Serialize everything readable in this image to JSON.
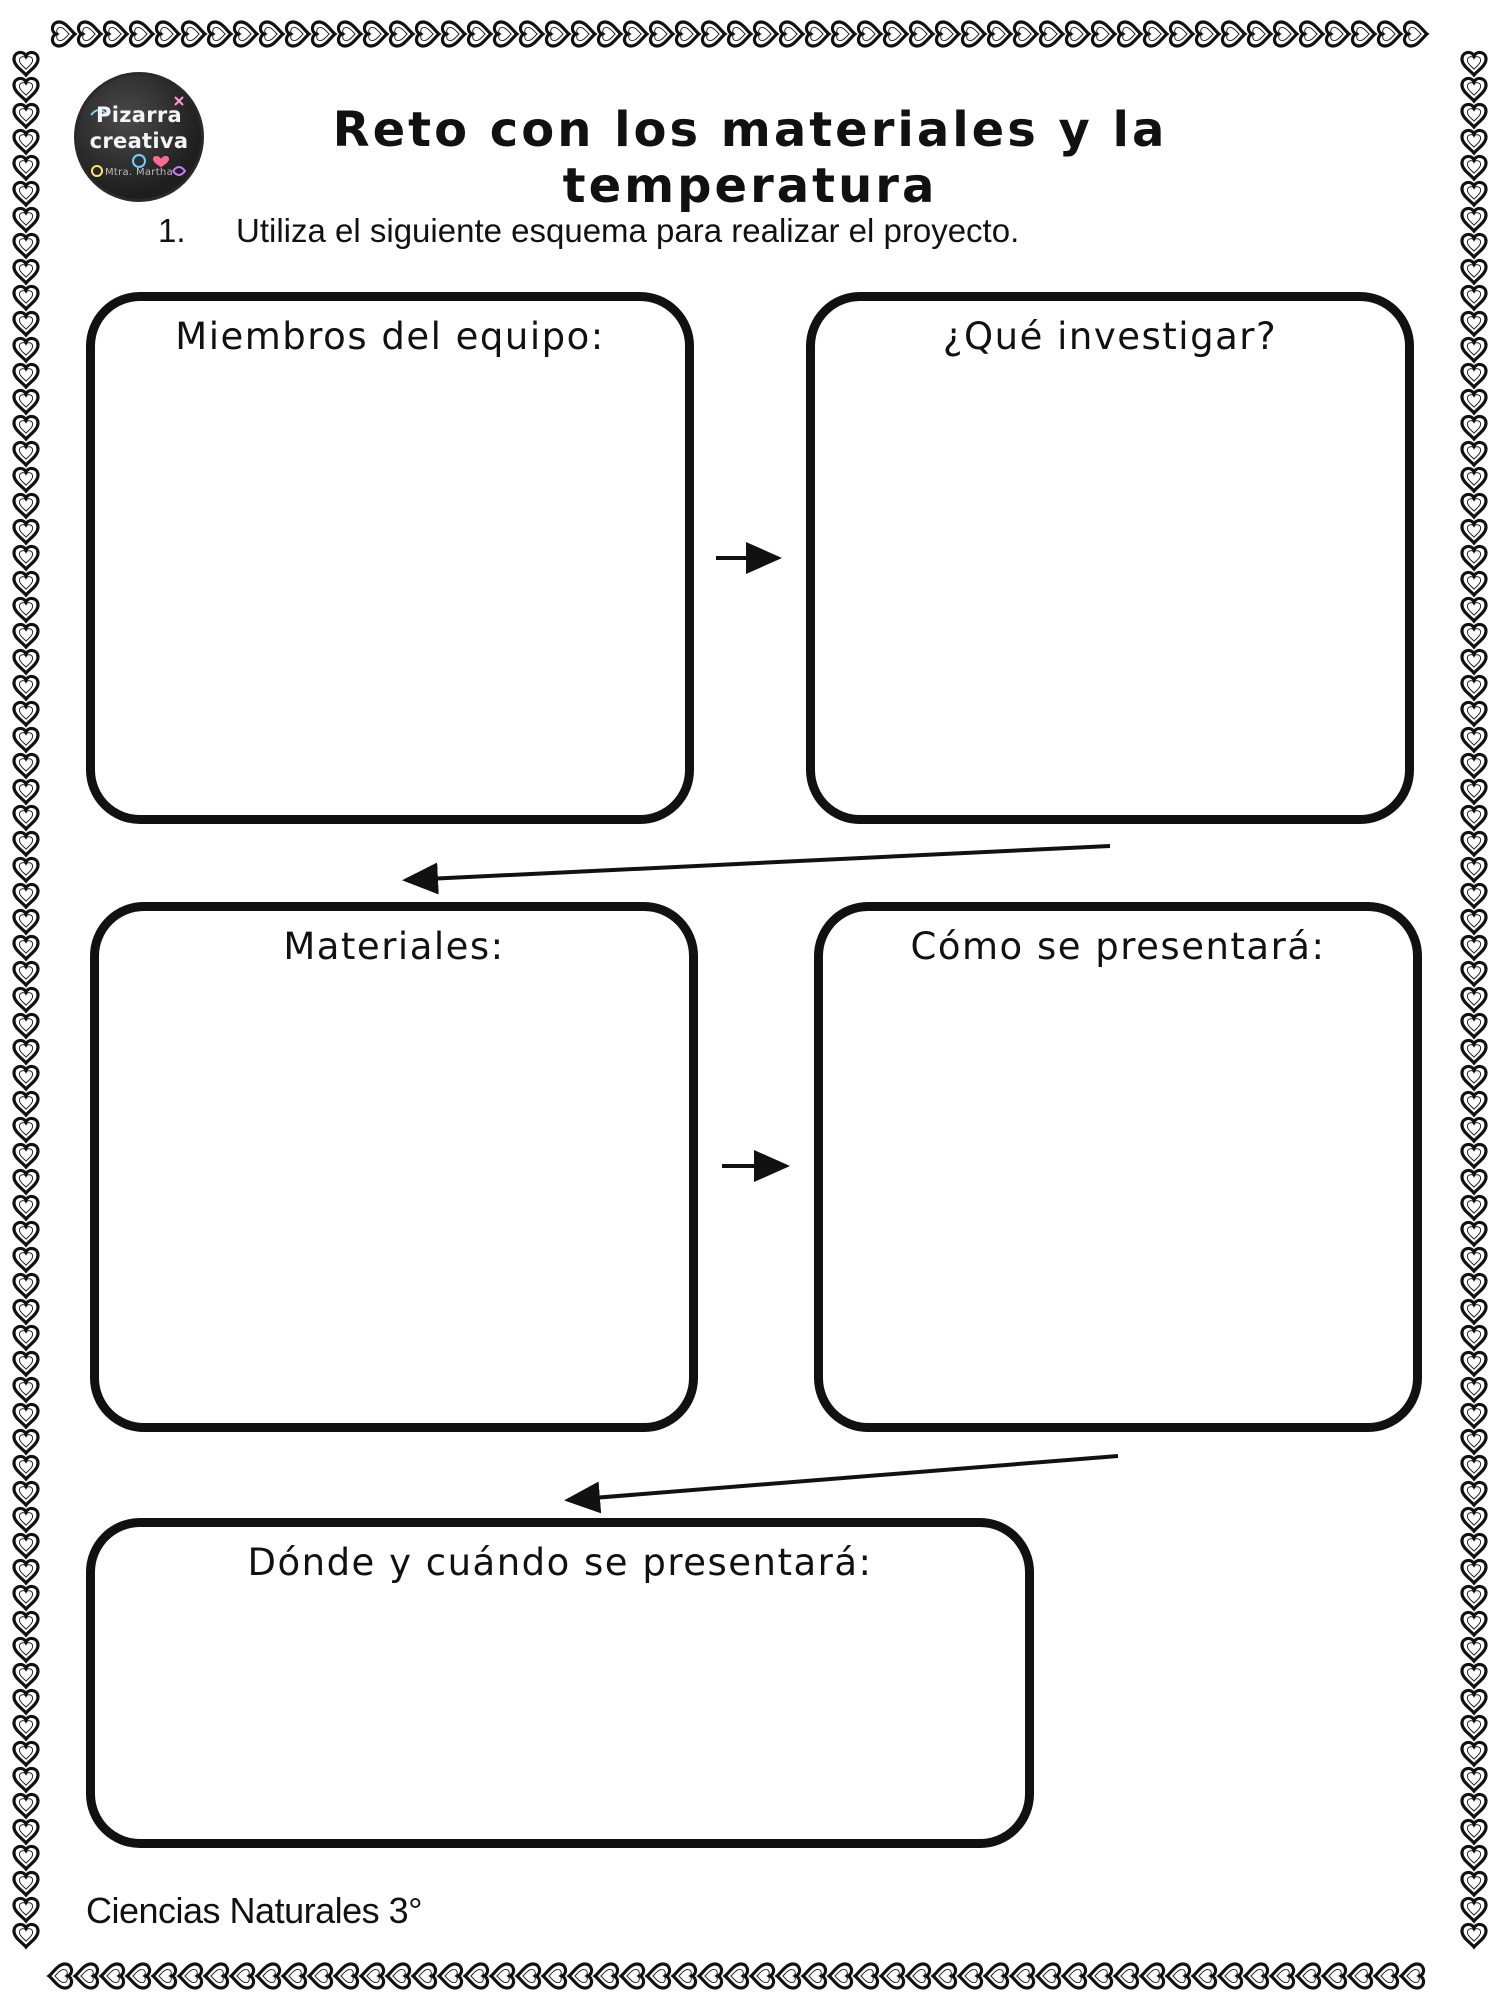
{
  "header": {
    "logo": {
      "line1": "Pizarra",
      "line2": "creativa",
      "line3": "Mtra. Martha"
    },
    "title_line1": "Reto con los materiales y la",
    "title_line2": "temperatura"
  },
  "instruction": {
    "number": "1.",
    "text": "Utiliza el siguiente esquema para realizar el proyecto."
  },
  "boxes": {
    "members": "Miembros del equipo:",
    "research": "¿Qué investigar?",
    "materials": "Materiales:",
    "presentation": "Cómo se presentará:",
    "where_when": "Dónde y cuándo se presentará:"
  },
  "footer": {
    "subject": "Ciencias Naturales 3°"
  },
  "colors": {
    "ink": "#111111",
    "paper": "#ffffff"
  }
}
